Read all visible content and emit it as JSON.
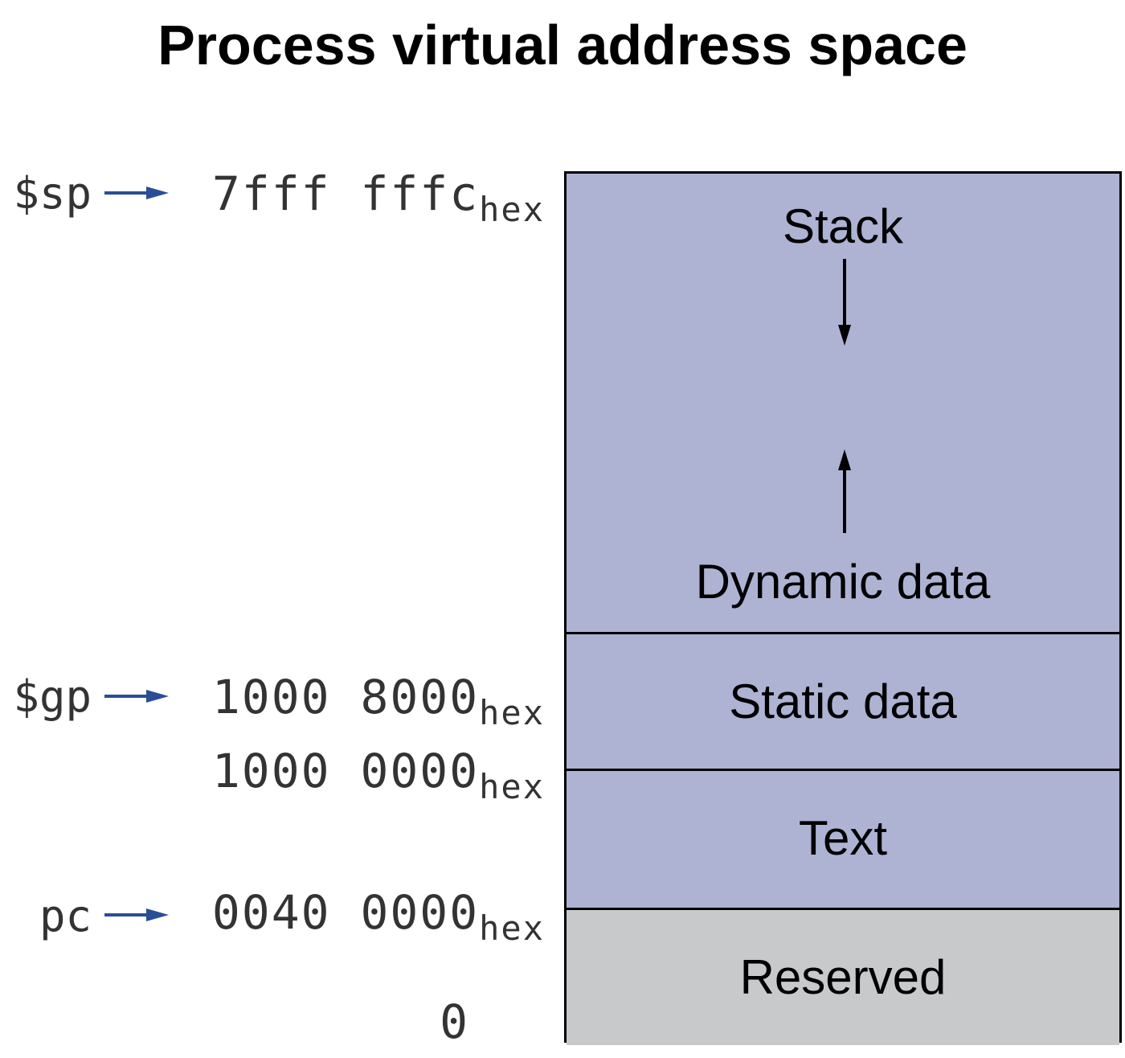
{
  "title": "Process virtual address space",
  "colors": {
    "segment_fill": "#AEB3D3",
    "reserved_fill": "#C8C9CB",
    "pointer_arrow": "#2A4E96"
  },
  "segments": [
    {
      "label": "Stack",
      "fill": "#AEB3D3"
    },
    {
      "label": "Dynamic data",
      "fill": "#AEB3D3"
    },
    {
      "label": "Static data",
      "fill": "#AEB3D3"
    },
    {
      "label": "Text",
      "fill": "#AEB3D3"
    },
    {
      "label": "Reserved",
      "fill": "#C8C9CB"
    }
  ],
  "addresses": [
    {
      "register": "$sp",
      "value": "7fff fffc",
      "suffix": "hex"
    },
    {
      "register": "$gp",
      "value": "1000 8000",
      "suffix": "hex"
    },
    {
      "register": "",
      "value": "1000 0000",
      "suffix": "hex"
    },
    {
      "register": "pc",
      "value": "0040 0000",
      "suffix": "hex"
    },
    {
      "register": "",
      "value": "0",
      "suffix": ""
    }
  ]
}
